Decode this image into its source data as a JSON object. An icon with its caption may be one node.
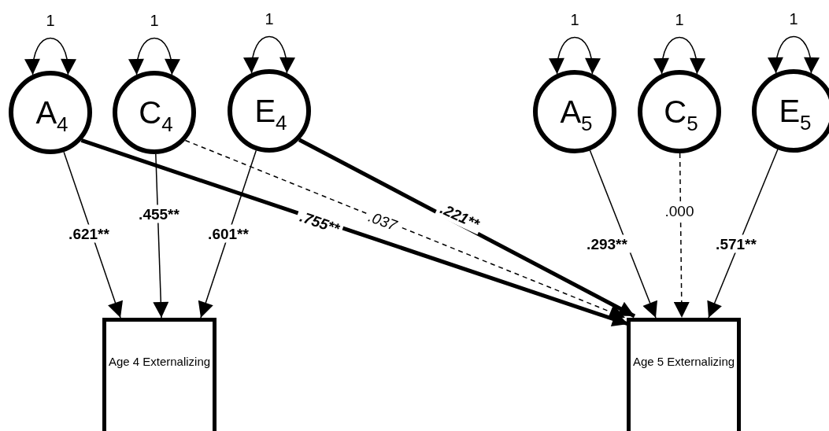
{
  "diagram": {
    "nodes": [
      {
        "text": [
          "A$_{4}$"
        ]
      },
      {
        "text": [
          "C$_{4}$"
        ]
      },
      {
        "text": [
          "E$_{4}$"
        ]
      },
      {
        "text": [
          "A$_{5}$"
        ]
      },
      {
        "text": [
          "C$_{5}$"
        ]
      },
      {
        "text": [
          "E$_{5}$"
        ]
      },
      {
        "text": [
          "Age 4 Externalizing"
        ]
      },
      {
        "text": [
          "Age 5 Externalizing"
        ]
      }
    ],
    "edges": [
      {
        "from": 0,
        "to": 0,
        "arrow": "both",
        "label": "1"
      },
      {
        "from": 1,
        "to": 1,
        "arrow": "both",
        "label": "1"
      },
      {
        "from": 2,
        "to": 2,
        "arrow": "both",
        "label": "1"
      },
      {
        "from": 3,
        "to": 3,
        "arrow": "both",
        "label": "1"
      },
      {
        "from": 4,
        "to": 4,
        "arrow": "both",
        "label": "1"
      },
      {
        "from": 5,
        "to": 5,
        "arrow": "both",
        "label": "1"
      },
      {
        "from": 0,
        "to": 6,
        "arrow": "to",
        "label": ".621**"
      },
      {
        "from": 1,
        "to": 6,
        "arrow": "to",
        "label": ".455**"
      },
      {
        "from": 2,
        "to": 6,
        "arrow": "to",
        "label": ".601**"
      },
      {
        "from": 0,
        "to": 7,
        "arrow": "to",
        "label": ".755**",
        "style": "thick"
      },
      {
        "from": 1,
        "to": 7,
        "arrow": "to",
        "label": ".037",
        "style": "dashed"
      },
      {
        "from": 2,
        "to": 7,
        "arrow": "to",
        "label": ".221**",
        "style": "thick"
      },
      {
        "from": 3,
        "to": 7,
        "arrow": "to",
        "label": ".293**"
      },
      {
        "from": 4,
        "to": 7,
        "arrow": "to",
        "label": ".000",
        "style": "dashed"
      },
      {
        "from": 5,
        "to": 7,
        "arrow": "to",
        "label": ".571**"
      }
    ]
  }
}
